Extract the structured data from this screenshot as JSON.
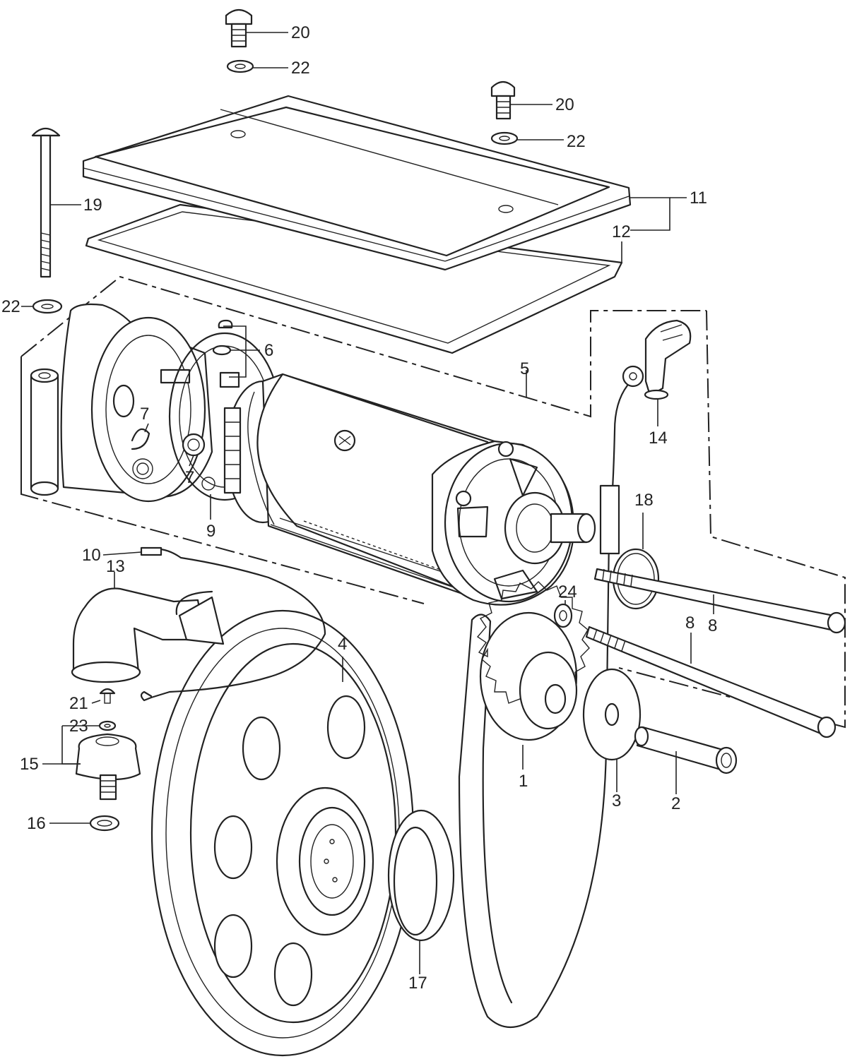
{
  "diagram": {
    "title": "Starter motor assembly exploded view",
    "part_labels": {
      "p1": "1",
      "p2": "2",
      "p3": "3",
      "p4": "4",
      "p5": "5",
      "p6": "6",
      "p7a": "7",
      "p7b": "7",
      "p8a": "8",
      "p8b": "8",
      "p9": "9",
      "p10": "10",
      "p11": "11",
      "p12": "12",
      "p13": "13",
      "p14": "14",
      "p15": "15",
      "p16": "16",
      "p17": "17",
      "p18": "18",
      "p19": "19",
      "p20a": "20",
      "p20b": "20",
      "p21": "21",
      "p22a": "22",
      "p22b": "22",
      "p22c": "22",
      "p23": "23",
      "p24": "24"
    }
  }
}
